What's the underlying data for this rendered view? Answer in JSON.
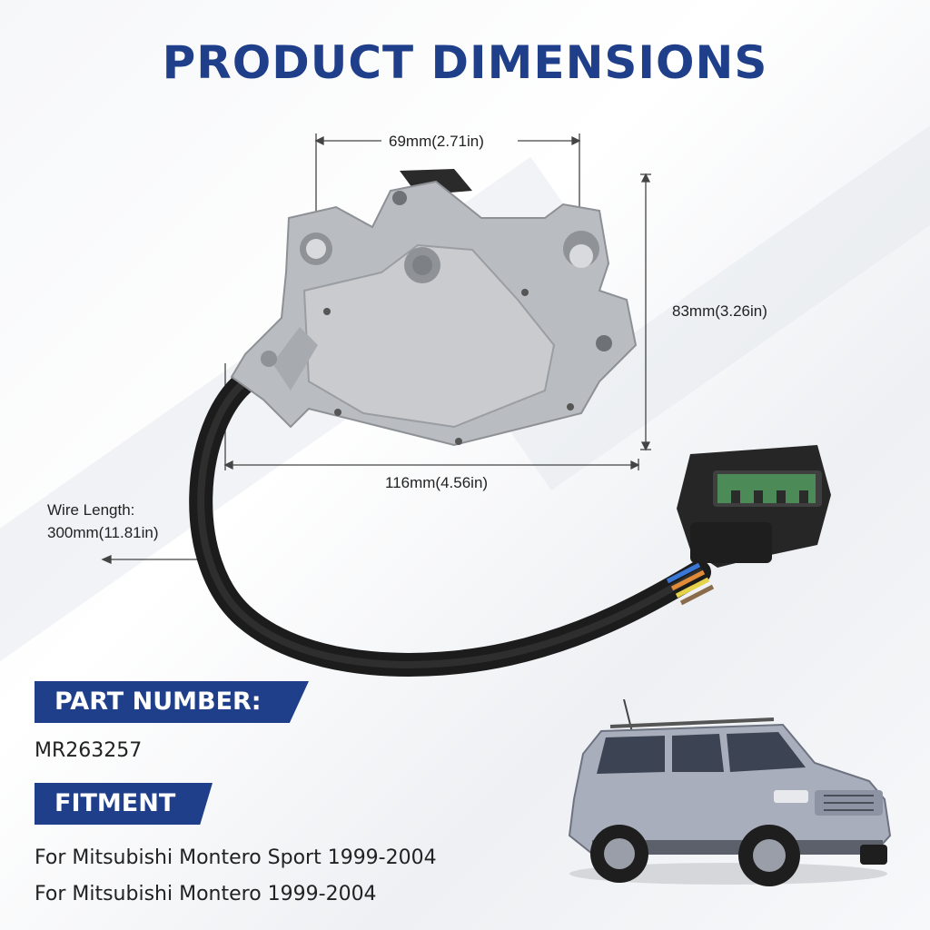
{
  "title": "PRODUCT DIMENSIONS",
  "dimensions": {
    "width_top": "69mm(2.71in)",
    "height": "83mm(3.26in)",
    "width_bottom": "116mm(4.56in)",
    "wire_label": "Wire Length:",
    "wire_value": "300mm(11.81in)"
  },
  "part_number": {
    "heading": "PART NUMBER:",
    "value": "MR263257"
  },
  "fitment": {
    "heading": "FITMENT",
    "lines": [
      "For Mitsubishi Montero Sport 1999-2004",
      "For Mitsubishi Montero 1999-2004"
    ]
  },
  "colors": {
    "brand_blue": "#1f3f8a",
    "metal": "#b9bcc0",
    "car_body": "#a9aebc"
  },
  "images": {
    "part": "neutral-safety-switch-image",
    "vehicle": "suv-image"
  }
}
